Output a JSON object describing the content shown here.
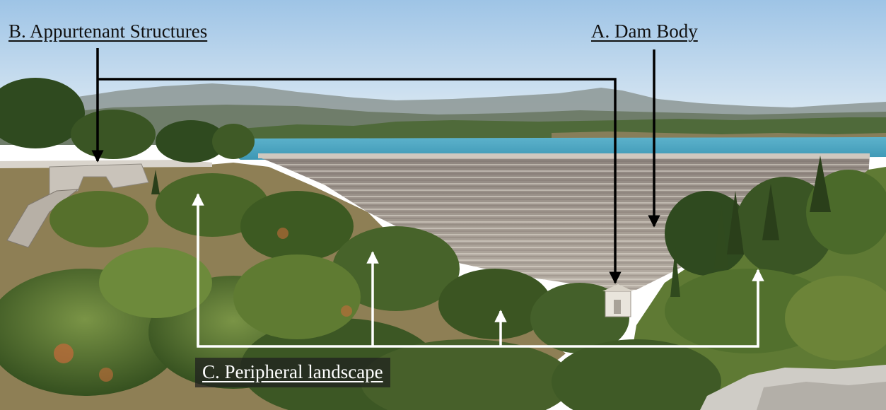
{
  "annotations": {
    "dam_body": "A. Dam Body",
    "appurtenant_structures": "B. Appurtenant Structures",
    "peripheral_landscape": "C. Peripheral landscape"
  },
  "colors": {
    "sky_top": "#a9cbe8",
    "sky_bottom": "#e9f1f6",
    "mountains": "#7f8a86",
    "lake": "#4ea8c4",
    "dam": "#9c928a",
    "dam_dark": "#6d645f",
    "vegetation_dark": "#2f4a1f",
    "vegetation_mid": "#4f6d2a",
    "vegetation_light": "#7d8f45",
    "dry_ground": "#a08f62",
    "rock": "#cfccc6",
    "arrow_black": "#000000",
    "arrow_white": "#ffffff"
  }
}
